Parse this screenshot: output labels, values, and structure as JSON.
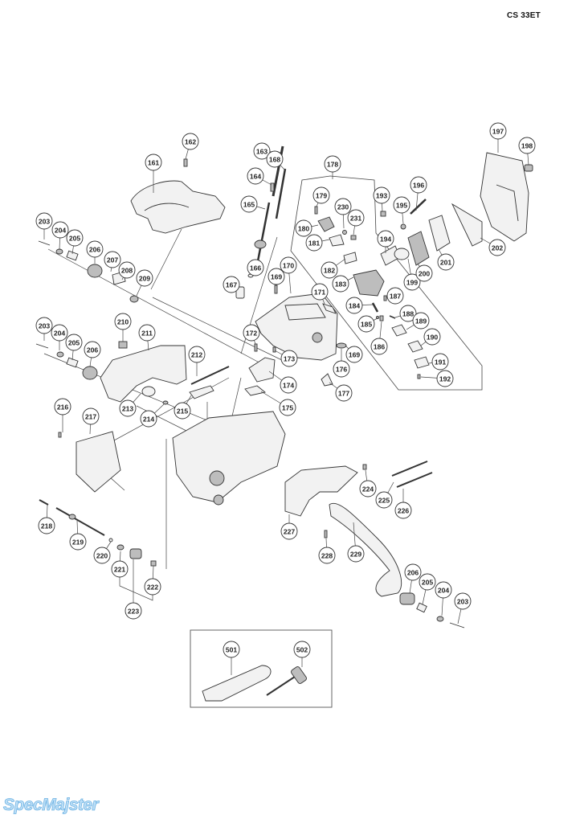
{
  "header": {
    "model": "CS 33ET"
  },
  "watermark": {
    "text": "SpecMajster"
  },
  "diagram": {
    "type": "exploded-parts-diagram",
    "groups": [
      {
        "id": "carburetor-group",
        "label": "178",
        "members": [
          "179",
          "180",
          "181",
          "182",
          "183",
          "184",
          "185",
          "186",
          "187",
          "188",
          "189",
          "190",
          "191",
          "192",
          "230",
          "231"
        ]
      },
      {
        "id": "accessories",
        "members": [
          "501",
          "502"
        ]
      },
      {
        "id": "grommet-group",
        "label": "223",
        "members": [
          "221",
          "222"
        ]
      }
    ],
    "callouts": [
      {
        "n": "161"
      },
      {
        "n": "162"
      },
      {
        "n": "163"
      },
      {
        "n": "164"
      },
      {
        "n": "165"
      },
      {
        "n": "166"
      },
      {
        "n": "167"
      },
      {
        "n": "168"
      },
      {
        "n": "169"
      },
      {
        "n": "169"
      },
      {
        "n": "170"
      },
      {
        "n": "171"
      },
      {
        "n": "172"
      },
      {
        "n": "173"
      },
      {
        "n": "174"
      },
      {
        "n": "175"
      },
      {
        "n": "176"
      },
      {
        "n": "177"
      },
      {
        "n": "178"
      },
      {
        "n": "179"
      },
      {
        "n": "180"
      },
      {
        "n": "181"
      },
      {
        "n": "182"
      },
      {
        "n": "183"
      },
      {
        "n": "184"
      },
      {
        "n": "185"
      },
      {
        "n": "186"
      },
      {
        "n": "187"
      },
      {
        "n": "188"
      },
      {
        "n": "189"
      },
      {
        "n": "190"
      },
      {
        "n": "191"
      },
      {
        "n": "192"
      },
      {
        "n": "193"
      },
      {
        "n": "194"
      },
      {
        "n": "195"
      },
      {
        "n": "196"
      },
      {
        "n": "197"
      },
      {
        "n": "198"
      },
      {
        "n": "199"
      },
      {
        "n": "200"
      },
      {
        "n": "201"
      },
      {
        "n": "202"
      },
      {
        "n": "203"
      },
      {
        "n": "204"
      },
      {
        "n": "205"
      },
      {
        "n": "206"
      },
      {
        "n": "207"
      },
      {
        "n": "208"
      },
      {
        "n": "209"
      },
      {
        "n": "203"
      },
      {
        "n": "204"
      },
      {
        "n": "205"
      },
      {
        "n": "206"
      },
      {
        "n": "210"
      },
      {
        "n": "211"
      },
      {
        "n": "212"
      },
      {
        "n": "213"
      },
      {
        "n": "214"
      },
      {
        "n": "215"
      },
      {
        "n": "216"
      },
      {
        "n": "217"
      },
      {
        "n": "218"
      },
      {
        "n": "219"
      },
      {
        "n": "220"
      },
      {
        "n": "221"
      },
      {
        "n": "222"
      },
      {
        "n": "223"
      },
      {
        "n": "224"
      },
      {
        "n": "225"
      },
      {
        "n": "226"
      },
      {
        "n": "227"
      },
      {
        "n": "228"
      },
      {
        "n": "229"
      },
      {
        "n": "206"
      },
      {
        "n": "205"
      },
      {
        "n": "204"
      },
      {
        "n": "203"
      },
      {
        "n": "230"
      },
      {
        "n": "231"
      },
      {
        "n": "501"
      },
      {
        "n": "502"
      }
    ]
  }
}
